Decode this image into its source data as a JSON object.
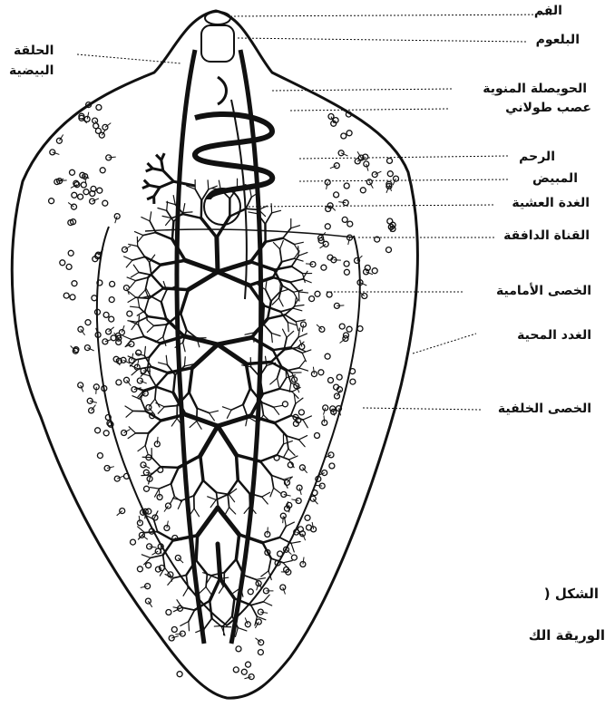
{
  "labels": {
    "mouth": "الفم",
    "pharynx": "البلعوم",
    "oral_ring": "الحلقة",
    "oral_ring_2": "البيضية",
    "seminal_vesicle": "الحويصلة المنوية",
    "nerve": "عصب طولاني",
    "uterus": "الرحم",
    "ovary": "المبيض",
    "shell_gland": "الغدة العشية",
    "vas_deferens": "القناة الدافقة",
    "anterior_testis": "الخصى الأمامية",
    "vitelline": "الغدد المحية",
    "posterior_testis": "الخصى الخلفية"
  },
  "caption": {
    "line1": "الشكل (",
    "line2": "الوريقة الك"
  },
  "colors": {
    "ink": "#111111",
    "paper": "#ffffff"
  }
}
